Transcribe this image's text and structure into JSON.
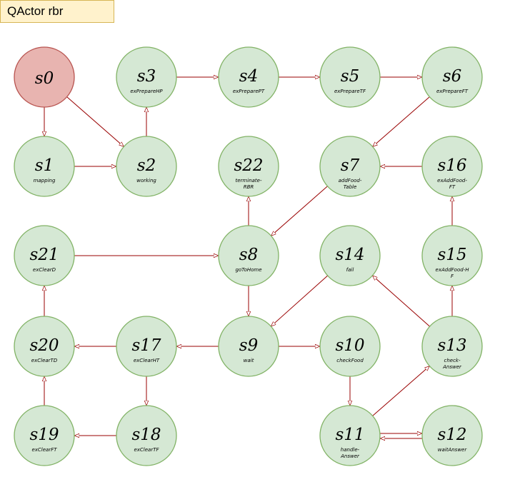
{
  "title": "QActor rbr",
  "colors": {
    "initial_fill": "#e8b4b0",
    "initial_stroke": "#b85450",
    "state_fill": "#d5e8d4",
    "state_stroke": "#82b366",
    "edge": "#990000",
    "title_fill": "#fff2cc",
    "title_stroke": "#d6b656"
  },
  "states": [
    {
      "id": "s0",
      "name": "s0",
      "label": [],
      "initial": true
    },
    {
      "id": "s1",
      "name": "s1",
      "label": [
        "mapping"
      ]
    },
    {
      "id": "s2",
      "name": "s2",
      "label": [
        "working"
      ]
    },
    {
      "id": "s3",
      "name": "s3",
      "label": [
        "exPrepareHP"
      ]
    },
    {
      "id": "s4",
      "name": "s4",
      "label": [
        "exPreparePT"
      ]
    },
    {
      "id": "s5",
      "name": "s5",
      "label": [
        "exPrepareTF"
      ]
    },
    {
      "id": "s6",
      "name": "s6",
      "label": [
        "exPrepareFT"
      ]
    },
    {
      "id": "s7",
      "name": "s7",
      "label": [
        "addFood-",
        "Table"
      ]
    },
    {
      "id": "s8",
      "name": "s8",
      "label": [
        "goToHome"
      ]
    },
    {
      "id": "s9",
      "name": "s9",
      "label": [
        "wait"
      ]
    },
    {
      "id": "s10",
      "name": "s10",
      "label": [
        "checkFood"
      ]
    },
    {
      "id": "s11",
      "name": "s11",
      "label": [
        "handle-",
        "Answer"
      ]
    },
    {
      "id": "s12",
      "name": "s12",
      "label": [
        "waitAnswer"
      ]
    },
    {
      "id": "s13",
      "name": "s13",
      "label": [
        "check-",
        "Answer"
      ]
    },
    {
      "id": "s14",
      "name": "s14",
      "label": [
        "fail"
      ]
    },
    {
      "id": "s15",
      "name": "s15",
      "label": [
        "exAddFood-H",
        "F"
      ]
    },
    {
      "id": "s16",
      "name": "s16",
      "label": [
        "exAddFood-",
        "FT"
      ]
    },
    {
      "id": "s17",
      "name": "s17",
      "label": [
        "exClearHT"
      ]
    },
    {
      "id": "s18",
      "name": "s18",
      "label": [
        "exClearTF"
      ]
    },
    {
      "id": "s19",
      "name": "s19",
      "label": [
        "exClearFT"
      ]
    },
    {
      "id": "s20",
      "name": "s20",
      "label": [
        "exClearTD"
      ]
    },
    {
      "id": "s21",
      "name": "s21",
      "label": [
        "exClearD"
      ]
    },
    {
      "id": "s22",
      "name": "s22",
      "label": [
        "terminate-",
        "RBR"
      ]
    }
  ],
  "transitions": [
    {
      "from": "s0",
      "to": "s1"
    },
    {
      "from": "s0",
      "to": "s2"
    },
    {
      "from": "s1",
      "to": "s2"
    },
    {
      "from": "s2",
      "to": "s3"
    },
    {
      "from": "s3",
      "to": "s4"
    },
    {
      "from": "s4",
      "to": "s5"
    },
    {
      "from": "s5",
      "to": "s6"
    },
    {
      "from": "s6",
      "to": "s7"
    },
    {
      "from": "s16",
      "to": "s7"
    },
    {
      "from": "s7",
      "to": "s8"
    },
    {
      "from": "s8",
      "to": "s22"
    },
    {
      "from": "s21",
      "to": "s8"
    },
    {
      "from": "s8",
      "to": "s9"
    },
    {
      "from": "s14",
      "to": "s9"
    },
    {
      "from": "s9",
      "to": "s10"
    },
    {
      "from": "s9",
      "to": "s17"
    },
    {
      "from": "s17",
      "to": "s20"
    },
    {
      "from": "s17",
      "to": "s18"
    },
    {
      "from": "s18",
      "to": "s19"
    },
    {
      "from": "s19",
      "to": "s20"
    },
    {
      "from": "s20",
      "to": "s21"
    },
    {
      "from": "s10",
      "to": "s11"
    },
    {
      "from": "s11",
      "to": "s12"
    },
    {
      "from": "s12",
      "to": "s11"
    },
    {
      "from": "s11",
      "to": "s13"
    },
    {
      "from": "s13",
      "to": "s14"
    },
    {
      "from": "s13",
      "to": "s15"
    },
    {
      "from": "s15",
      "to": "s16"
    }
  ]
}
